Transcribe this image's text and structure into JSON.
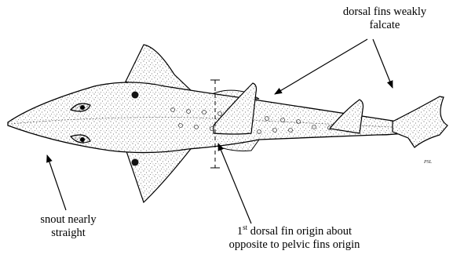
{
  "labels": {
    "dorsal_line1": "dorsal fins weakly",
    "dorsal_line2": "falcate",
    "snout_line1": "snout nearly",
    "snout_line2": "straight",
    "origin_num": "1",
    "origin_sup": "st",
    "origin_line1_rest": " dorsal fin origin about",
    "origin_line2": "opposite to pelvic fins origin"
  },
  "signature": "PSL"
}
